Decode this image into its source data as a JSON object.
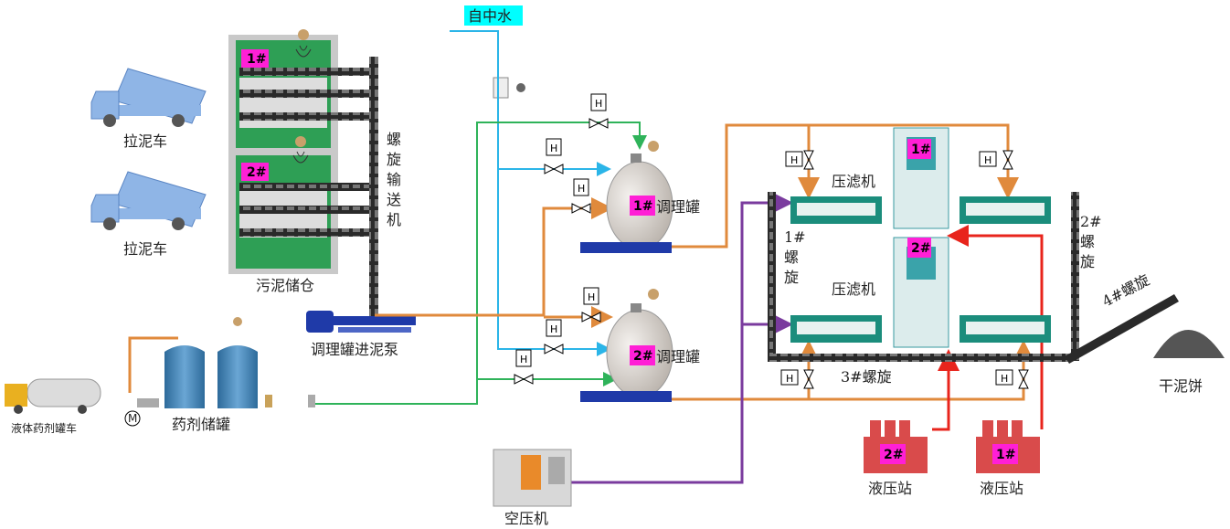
{
  "colors": {
    "sludge": "#e08a3c",
    "water": "#2bb5e8",
    "chem": "#2fb35a",
    "air": "#7a3b9e",
    "hydraulic": "#e8241c",
    "conveyor": "#2a2a2a",
    "tag_bg": "#ff1fd6",
    "tank": "#3f7fb3",
    "green_bin": "#2e9f55"
  },
  "labels": {
    "truck1": "拉泥车",
    "truck2": "拉泥车",
    "storage": "污泥储仓",
    "screw_conveyor_chars": [
      "螺",
      "旋",
      "输",
      "送",
      "机"
    ],
    "tap_water": "自中水",
    "feed_pump": "调理罐进泥泵",
    "tank_truck": "液体药剂罐车",
    "chem_storage": "药剂储罐",
    "tank1_name": "调理罐",
    "tank2_name": "调理罐",
    "filter1": "压滤机",
    "filter2": "压滤机",
    "screw1_chars": [
      "1#",
      "螺",
      "旋"
    ],
    "screw2_chars": [
      "2#",
      "螺",
      "旋"
    ],
    "screw3": "3#螺旋",
    "screw4": "4#螺旋",
    "cake": "干泥饼",
    "hyd2": "液压站",
    "hyd1": "液压站",
    "compressor": "空压机",
    "motor": "M",
    "valve_h": "H"
  },
  "tags": {
    "bin1": "1#",
    "bin2": "2#",
    "tank1": "1#",
    "tank2": "2#",
    "press1": "1#",
    "press2": "2#",
    "hyd2": "2#",
    "hyd1": "1#"
  }
}
